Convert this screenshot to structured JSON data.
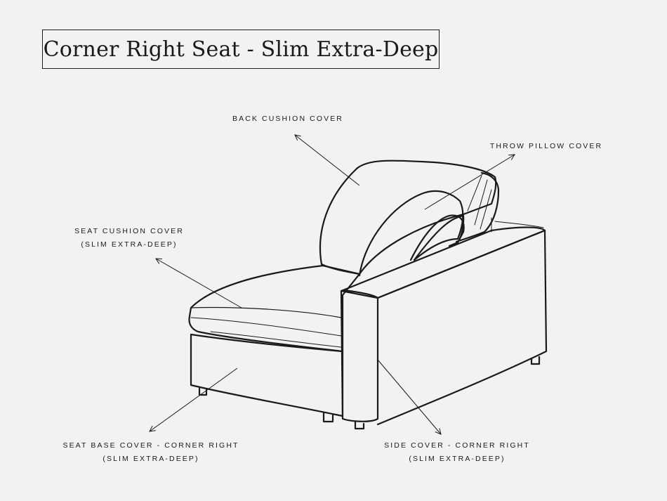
{
  "title": "Corner Right Seat - Slim Extra-Deep",
  "labels": {
    "back_cushion": {
      "line1": "BACK CUSHION COVER"
    },
    "throw_pillow": {
      "line1": "THROW PILLOW COVER"
    },
    "seat_cushion": {
      "line1": "SEAT CUSHION COVER",
      "line2": "(SLIM EXTRA-DEEP)"
    },
    "seat_base": {
      "line1": "SEAT BASE COVER - CORNER RIGHT",
      "line2": "(SLIM EXTRA-DEEP)"
    },
    "side_cover": {
      "line1": "SIDE COVER - CORNER RIGHT",
      "line2": "(SLIM EXTRA-DEEP)"
    }
  },
  "colors": {
    "background": "#f2f2f2",
    "line": "#1a1a1a"
  }
}
